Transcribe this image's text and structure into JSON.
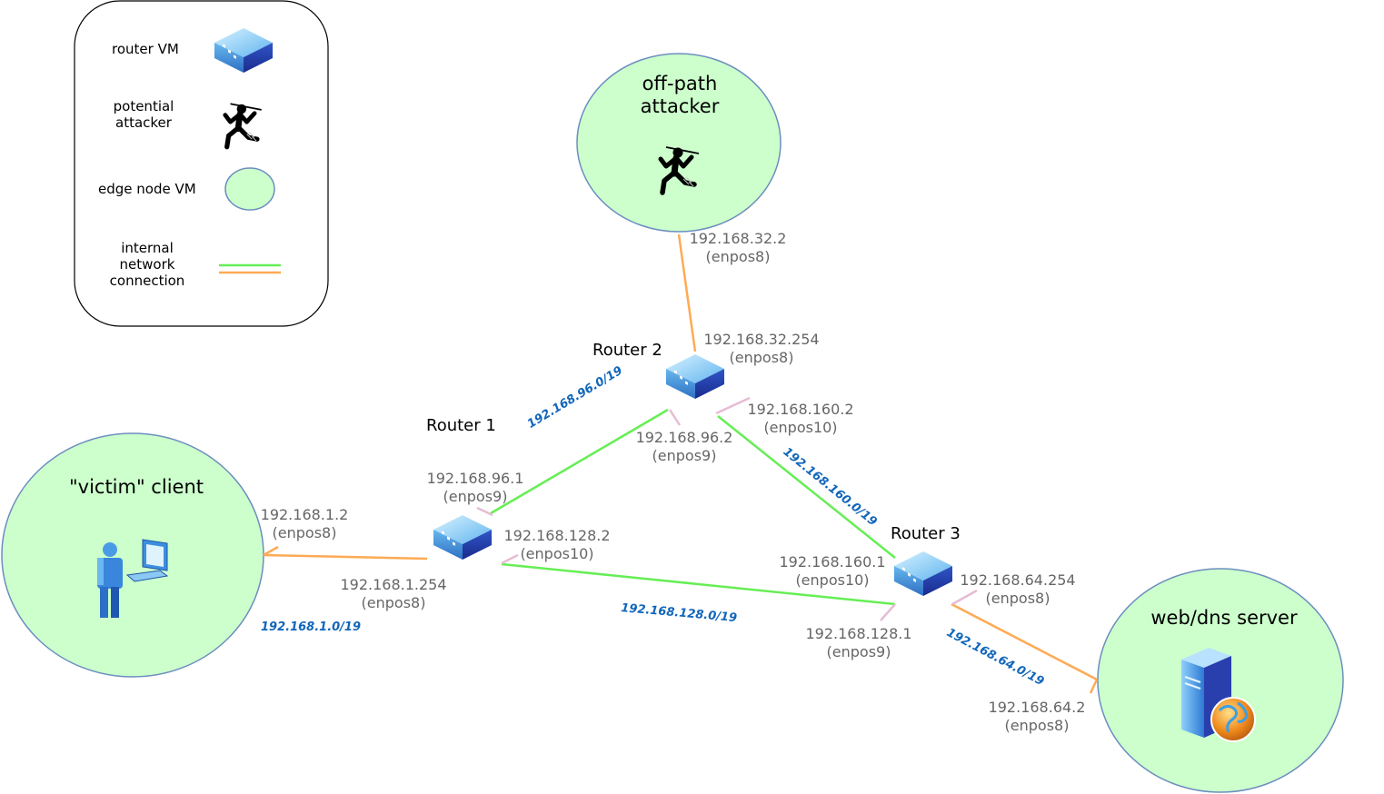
{
  "legend": {
    "router": "router VM",
    "attacker_l1": "potential",
    "attacker_l2": "attacker",
    "edge": "edge node VM",
    "link_l1": "internal",
    "link_l2": "network",
    "link_l3": "connection"
  },
  "nodes": {
    "attacker_l1": "off-path",
    "attacker_l2": "attacker",
    "victim": "\"victim\" client",
    "server": "web/dns server"
  },
  "routers": {
    "r1": "Router 1",
    "r2": "Router 2",
    "r3": "Router 3"
  },
  "interfaces": {
    "att": {
      "ip": "192.168.32.2",
      "dev": "(enpos8)"
    },
    "r2_e8": {
      "ip": "192.168.32.254",
      "dev": "(enpos8)"
    },
    "r2_e10": {
      "ip": "192.168.160.2",
      "dev": "(enpos10)"
    },
    "r2_e9": {
      "ip": "192.168.96.2",
      "dev": "(enpos9)"
    },
    "r1_e9": {
      "ip": "192.168.96.1",
      "dev": "(enpos9)"
    },
    "vic": {
      "ip": "192.168.1.2",
      "dev": "(enpos8)"
    },
    "r1_e10": {
      "ip": "192.168.128.2",
      "dev": "(enpos10)"
    },
    "r1_e8": {
      "ip": "192.168.1.254",
      "dev": "(enpos8)"
    },
    "r3_e10": {
      "ip": "192.168.160.1",
      "dev": "(enpos10)"
    },
    "r3_e8": {
      "ip": "192.168.64.254",
      "dev": "(enpos8)"
    },
    "r3_e9": {
      "ip": "192.168.128.1",
      "dev": "(enpos9)"
    },
    "srv": {
      "ip": "192.168.64.2",
      "dev": "(enpos8)"
    }
  },
  "subnets": {
    "s96": "192.168.96.0/19",
    "s160": "192.168.160.0/19",
    "s128": "192.168.128.0/19",
    "s1": "192.168.1.0/19",
    "s64": "192.168.64.0/19"
  },
  "colors": {
    "edge_fill": "#ccffcc",
    "edge_stroke": "#6c8ebf",
    "green_link": "#66ee55",
    "orange_link": "#ffaa55",
    "stub_link": "#e6bcd4",
    "subnet_text": "#1166bb",
    "ip_text": "#666666"
  },
  "icons": {
    "router": "router-icon",
    "attacker": "attacker-icon",
    "edge": "edge-node-icon",
    "client": "client-workstation-icon",
    "server": "web-server-icon"
  }
}
